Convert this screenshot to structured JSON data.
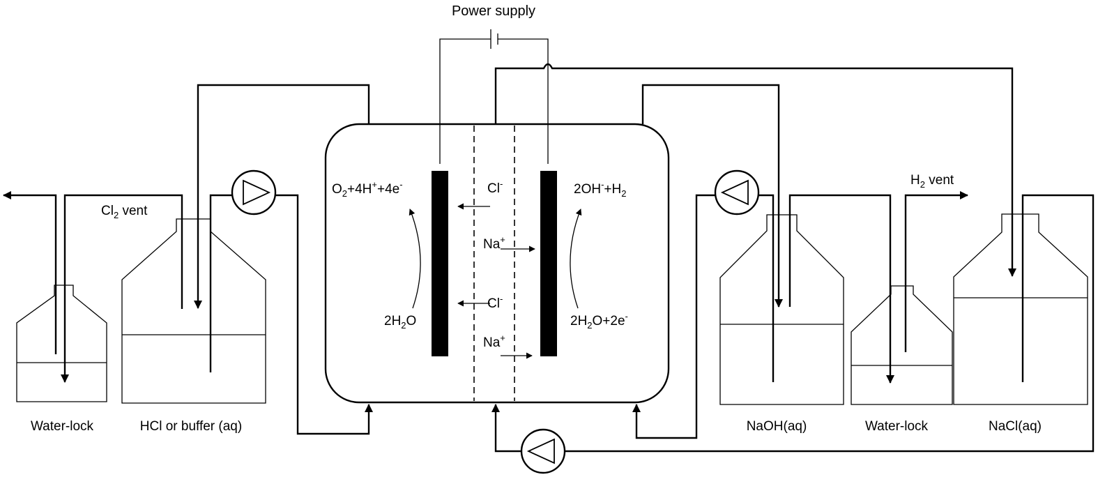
{
  "title": "",
  "labels": {
    "power_supply": "Power supply",
    "cl2_vent": {
      "main": "Cl",
      "sub": "2",
      "tail": " vent"
    },
    "h2_vent": {
      "main": "H",
      "sub": "2",
      "tail": " vent"
    },
    "water_lock_left": "Water-lock",
    "hcl_buffer": "HCl or buffer (aq)",
    "naoh": "NaOH(aq)",
    "water_lock_right": "Water-lock",
    "nacl": "NaCl(aq)"
  },
  "reactions": {
    "anode_product": {
      "a": "O",
      "b": "2",
      "c": "+4H",
      "d": "+",
      "e": "+4e",
      "f": "-"
    },
    "anode_reactant": {
      "a": "2H",
      "b": "2",
      "c": "O"
    },
    "cathode_product": {
      "a": "2OH",
      "b": "-",
      "c": "+H",
      "d": "2"
    },
    "cathode_reactant": {
      "a": "2H",
      "b": "2",
      "c": "O+2e",
      "d": "-"
    }
  },
  "ions": {
    "chloride": {
      "base": "Cl",
      "charge": "-"
    },
    "sodium": {
      "base": "Na",
      "charge": "+"
    }
  }
}
